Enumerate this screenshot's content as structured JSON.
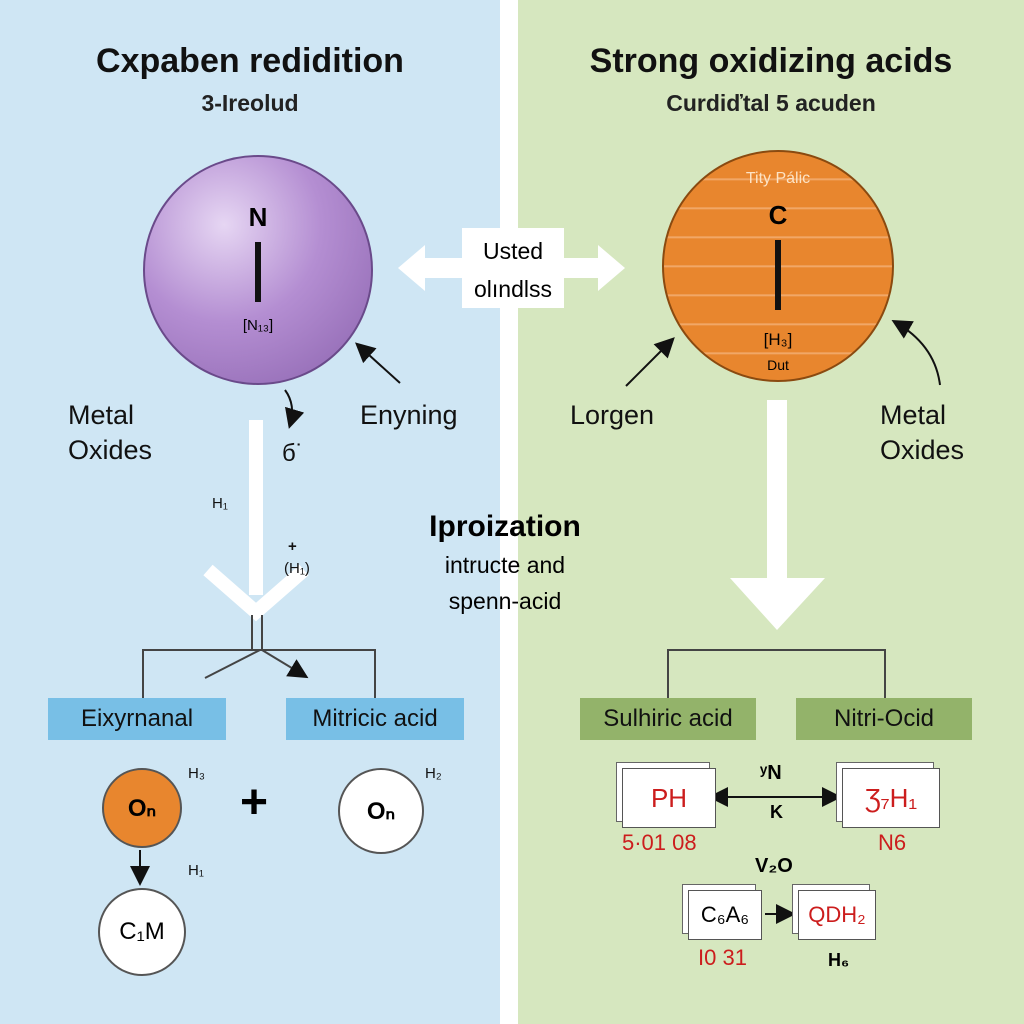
{
  "left": {
    "title": "Cxpaben redidition",
    "subtitle": "3-Ireolud",
    "sphere": {
      "letter": "N",
      "sub": "[N₁₃]",
      "color": "#b48ed2"
    },
    "label_metal": "Metal\nOxides",
    "label_enyning": "Enyning",
    "label_b": "б˙",
    "h1_top": "H₁",
    "plus_small": "+",
    "h1_paren": "(H₁)",
    "box1": "Eixyrnanal",
    "box2": "Mitricic acid",
    "circle_orange": "Oₙ",
    "circle_white": "Oₙ",
    "h3": "H₃",
    "h2": "H₂",
    "plus_big": "+",
    "h1_bottom": "H₁",
    "circle_bottom": "C₁M"
  },
  "center": {
    "arrow_text_1": "Usted",
    "arrow_text_2": "olındlss",
    "ion_title": "Iproization",
    "ion_line1": "intructe and",
    "ion_line2": "spenn-acid"
  },
  "right": {
    "title": "Strong oxidizing acids",
    "subtitle": "Curdiďtal 5 acuden",
    "sphere": {
      "letter": "C",
      "top_text": "Tity Pálic",
      "sub": "[H₃]",
      "bottom_text": "Dut",
      "color": "#e8862e"
    },
    "label_lorgen": "Lorgen",
    "label_metal": "Metal\nOxides",
    "box1": "Sulhiric acid",
    "box2": "Nitri-Ocid",
    "card1": "PH",
    "card2": "Ʒ₇H₁",
    "mid_top": "ʸN",
    "mid_bottom": "K",
    "num1": "5·01 08",
    "n6": "N6",
    "v2o": "V₂O",
    "card3": "C₆A₆",
    "card4": "QDH₂",
    "num2": "I0 31",
    "h6": "H₆"
  },
  "colors": {
    "left_bg": "#cfe6f4",
    "right_bg": "#d6e7bf",
    "blue_box": "#78bfe6",
    "green_box": "#93b36a",
    "orange": "#e8862e",
    "purple": "#b48ed2",
    "red_text": "#cc1d1d"
  }
}
